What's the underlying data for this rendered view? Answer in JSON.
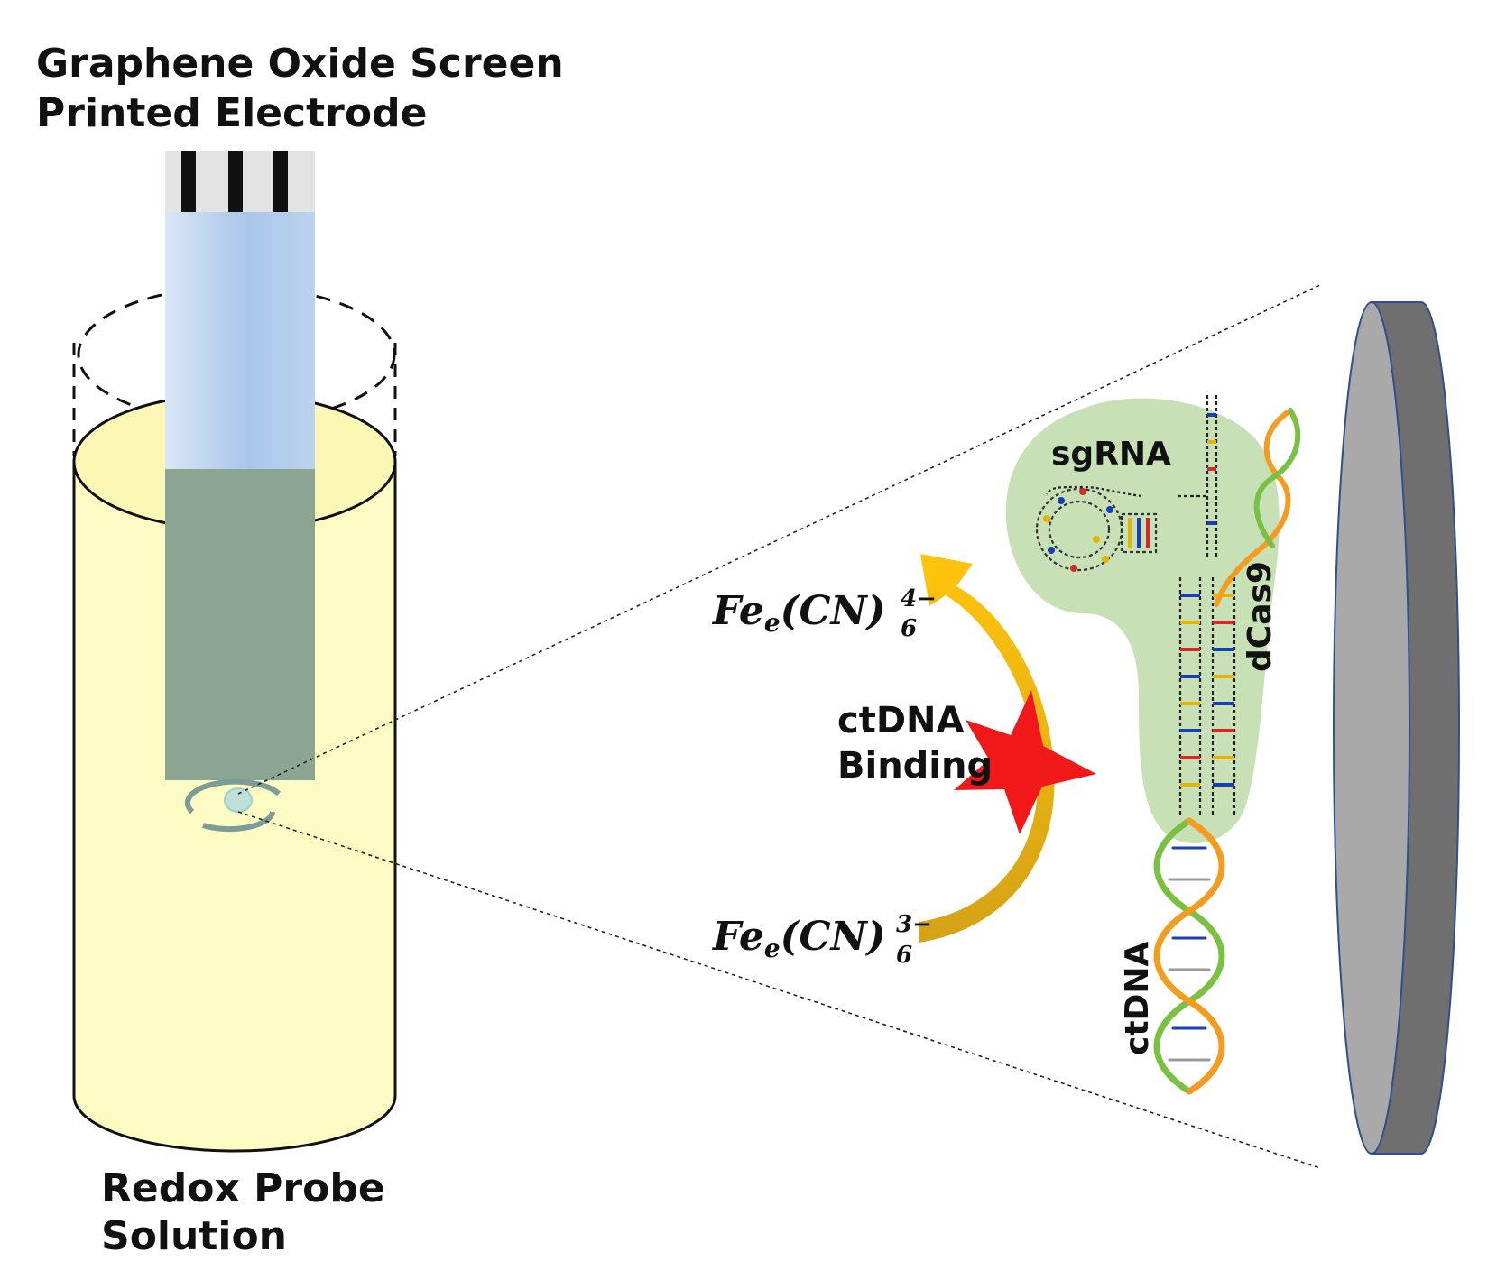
{
  "labels": {
    "electrode_title_line1": "Graphene Oxide Screen",
    "electrode_title_line2": "Printed Electrode",
    "solution_line1": "Redox Probe",
    "solution_line2": "Solution",
    "sgrna": "sgRNA",
    "dcas9": "dCas9",
    "ctdna": "ctDNA",
    "binding_line1": "ctDNA",
    "binding_line2": "Binding"
  },
  "formulas": {
    "ferrocyanide": {
      "main": "Fe",
      "sub_e": "e",
      "paren": "(CN)",
      "sub": "6",
      "sup": "4−"
    },
    "ferricyanide": {
      "main": "Fe",
      "sub_e": "e",
      "paren": "(CN)",
      "sub": "6",
      "sup": "3−"
    }
  },
  "colors": {
    "solution_fill": "#fdfbc4",
    "electrode_blue": "#bcd3ef",
    "electrode_green": "#8ca593",
    "cas9_green": "#c8e0b6",
    "arrow_yellow": "#f5bd0a",
    "star_red": "#f01818",
    "disk_light": "#a9a9a9",
    "disk_dark": "#6f6f6f",
    "disk_edge": "#2f4f8f",
    "dna_orange": "#f39c1e",
    "dna_green": "#7ac143"
  },
  "icons": {
    "star": "star-icon",
    "arrow": "curved-arrow-icon"
  }
}
